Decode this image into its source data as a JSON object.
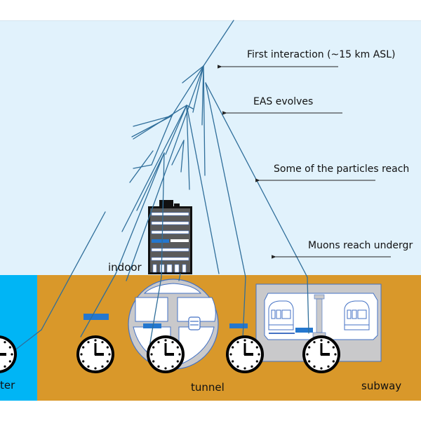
{
  "diagram": {
    "type": "cosmic-ray-air-shower-illustration",
    "annotations": [
      {
        "id": "first-interaction",
        "text": "First interaction (~15 km ASL)"
      },
      {
        "id": "eas-evolves",
        "text": "EAS evolves"
      },
      {
        "id": "particles-reach",
        "text": "Some of the particles reach"
      },
      {
        "id": "muons-reach",
        "text": "Muons reach undergr"
      }
    ],
    "locations": [
      {
        "id": "water",
        "text": "ter"
      },
      {
        "id": "indoor",
        "text": "indoor"
      },
      {
        "id": "tunnel",
        "text": "tunnel"
      },
      {
        "id": "subway",
        "text": "subway"
      }
    ],
    "detector_count": 5,
    "clock_time": "3:00",
    "colors": {
      "sky": "#e1f2fc",
      "ground": "#d9982a",
      "water": "#00b5f5",
      "shower_line": "#2f6e9a",
      "detector": "#2477cf",
      "structure_fill": "#c9c9cb",
      "structure_outline": "#4472c4",
      "building": "#5a5a5a",
      "arrow": "#222222"
    }
  }
}
